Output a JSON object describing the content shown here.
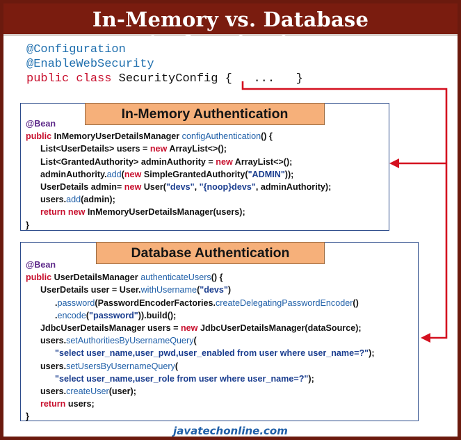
{
  "title": "In-Memory vs. Database Authentication",
  "config_class": {
    "annotation_1": "@Configuration",
    "annotation_2": "@EnableWebSecurity",
    "kw_public": "public",
    "kw_class": "class",
    "class_decl": "SecurityConfig {   ...   }"
  },
  "in_memory": {
    "header": "In-Memory Authentication",
    "lines": [
      [
        [
          "ann",
          "@Bean"
        ]
      ],
      [
        [
          "kw",
          "public "
        ],
        [
          "plain",
          "InMemoryUserDetailsManager "
        ],
        [
          "meth",
          "configAuthentication"
        ],
        [
          "plain",
          "() {"
        ]
      ],
      [
        [
          "plain",
          "      List<UserDetails> users = "
        ],
        [
          "kw",
          "new "
        ],
        [
          "plain",
          "ArrayList<>();"
        ]
      ],
      [
        [
          "plain",
          "      List<GrantedAuthority> adminAuthority = "
        ],
        [
          "kw",
          "new "
        ],
        [
          "plain",
          "ArrayList<>();"
        ]
      ],
      [
        [
          "plain",
          "      adminAuthority."
        ],
        [
          "meth",
          "add"
        ],
        [
          "plain",
          "("
        ],
        [
          "kw",
          "new "
        ],
        [
          "plain",
          "SimpleGrantedAuthority("
        ],
        [
          "str",
          "\"ADMIN\""
        ],
        [
          "plain",
          "));"
        ]
      ],
      [
        [
          "plain",
          "      UserDetails admin= "
        ],
        [
          "kw",
          "new "
        ],
        [
          "plain",
          "User("
        ],
        [
          "str",
          "\"devs\""
        ],
        [
          "plain",
          ", "
        ],
        [
          "str",
          "\"{noop}devs\""
        ],
        [
          "plain",
          ", adminAuthority);"
        ]
      ],
      [
        [
          "plain",
          "      users."
        ],
        [
          "meth",
          "add"
        ],
        [
          "plain",
          "(admin);"
        ]
      ],
      [
        [
          "kw",
          "      return new "
        ],
        [
          "plain",
          "InMemoryUserDetailsManager(users);"
        ]
      ],
      [
        [
          "plain",
          "}"
        ]
      ]
    ]
  },
  "database": {
    "header": "Database Authentication",
    "lines": [
      [
        [
          "ann",
          "@Bean"
        ]
      ],
      [
        [
          "kw",
          "public "
        ],
        [
          "plain",
          "UserDetailsManager "
        ],
        [
          "meth",
          "authenticateUsers"
        ],
        [
          "plain",
          "() {"
        ]
      ],
      [
        [
          "plain",
          "      UserDetails user = User."
        ],
        [
          "meth",
          "withUsername"
        ],
        [
          "plain",
          "("
        ],
        [
          "str",
          "\"devs\""
        ],
        [
          "plain",
          ")"
        ]
      ],
      [
        [
          "plain",
          "            ."
        ],
        [
          "meth",
          "password"
        ],
        [
          "plain",
          "(PasswordEncoderFactories."
        ],
        [
          "meth",
          "createDelegatingPasswordEncoder"
        ],
        [
          "plain",
          "()"
        ]
      ],
      [
        [
          "plain",
          "            ."
        ],
        [
          "meth",
          "encode"
        ],
        [
          "plain",
          "("
        ],
        [
          "str",
          "\"password\""
        ],
        [
          "plain",
          ")).build();"
        ]
      ],
      [
        [
          "plain",
          "      JdbcUserDetailsManager users = "
        ],
        [
          "kw",
          "new "
        ],
        [
          "plain",
          "JdbcUserDetailsManager(dataSource);"
        ]
      ],
      [
        [
          "plain",
          "      users."
        ],
        [
          "meth",
          "setAuthoritiesByUsernameQuery"
        ],
        [
          "plain",
          "("
        ]
      ],
      [
        [
          "str",
          "            \"select user_name,user_pwd,user_enabled from user where user_name=?\""
        ],
        [
          "plain",
          ");"
        ]
      ],
      [
        [
          "plain",
          "      users."
        ],
        [
          "meth",
          "setUsersByUsernameQuery"
        ],
        [
          "plain",
          "("
        ]
      ],
      [
        [
          "str",
          "            \"select user_name,user_role from user where user_name=?\""
        ],
        [
          "plain",
          ");"
        ]
      ],
      [
        [
          "plain",
          "      users."
        ],
        [
          "meth",
          "createUser"
        ],
        [
          "plain",
          "(user);"
        ]
      ],
      [
        [
          "kw",
          "      return "
        ],
        [
          "plain",
          "users;"
        ]
      ],
      [
        [
          "plain",
          "}"
        ]
      ]
    ]
  },
  "footer": "javatechonline.com",
  "colors": {
    "title_bg": "#7a1c0f",
    "header_bg": "#f6b07a",
    "arrow": "#d4101f",
    "keyword": "#c8102e",
    "annotation": "#1f6fae",
    "method": "#1f5fa8"
  }
}
